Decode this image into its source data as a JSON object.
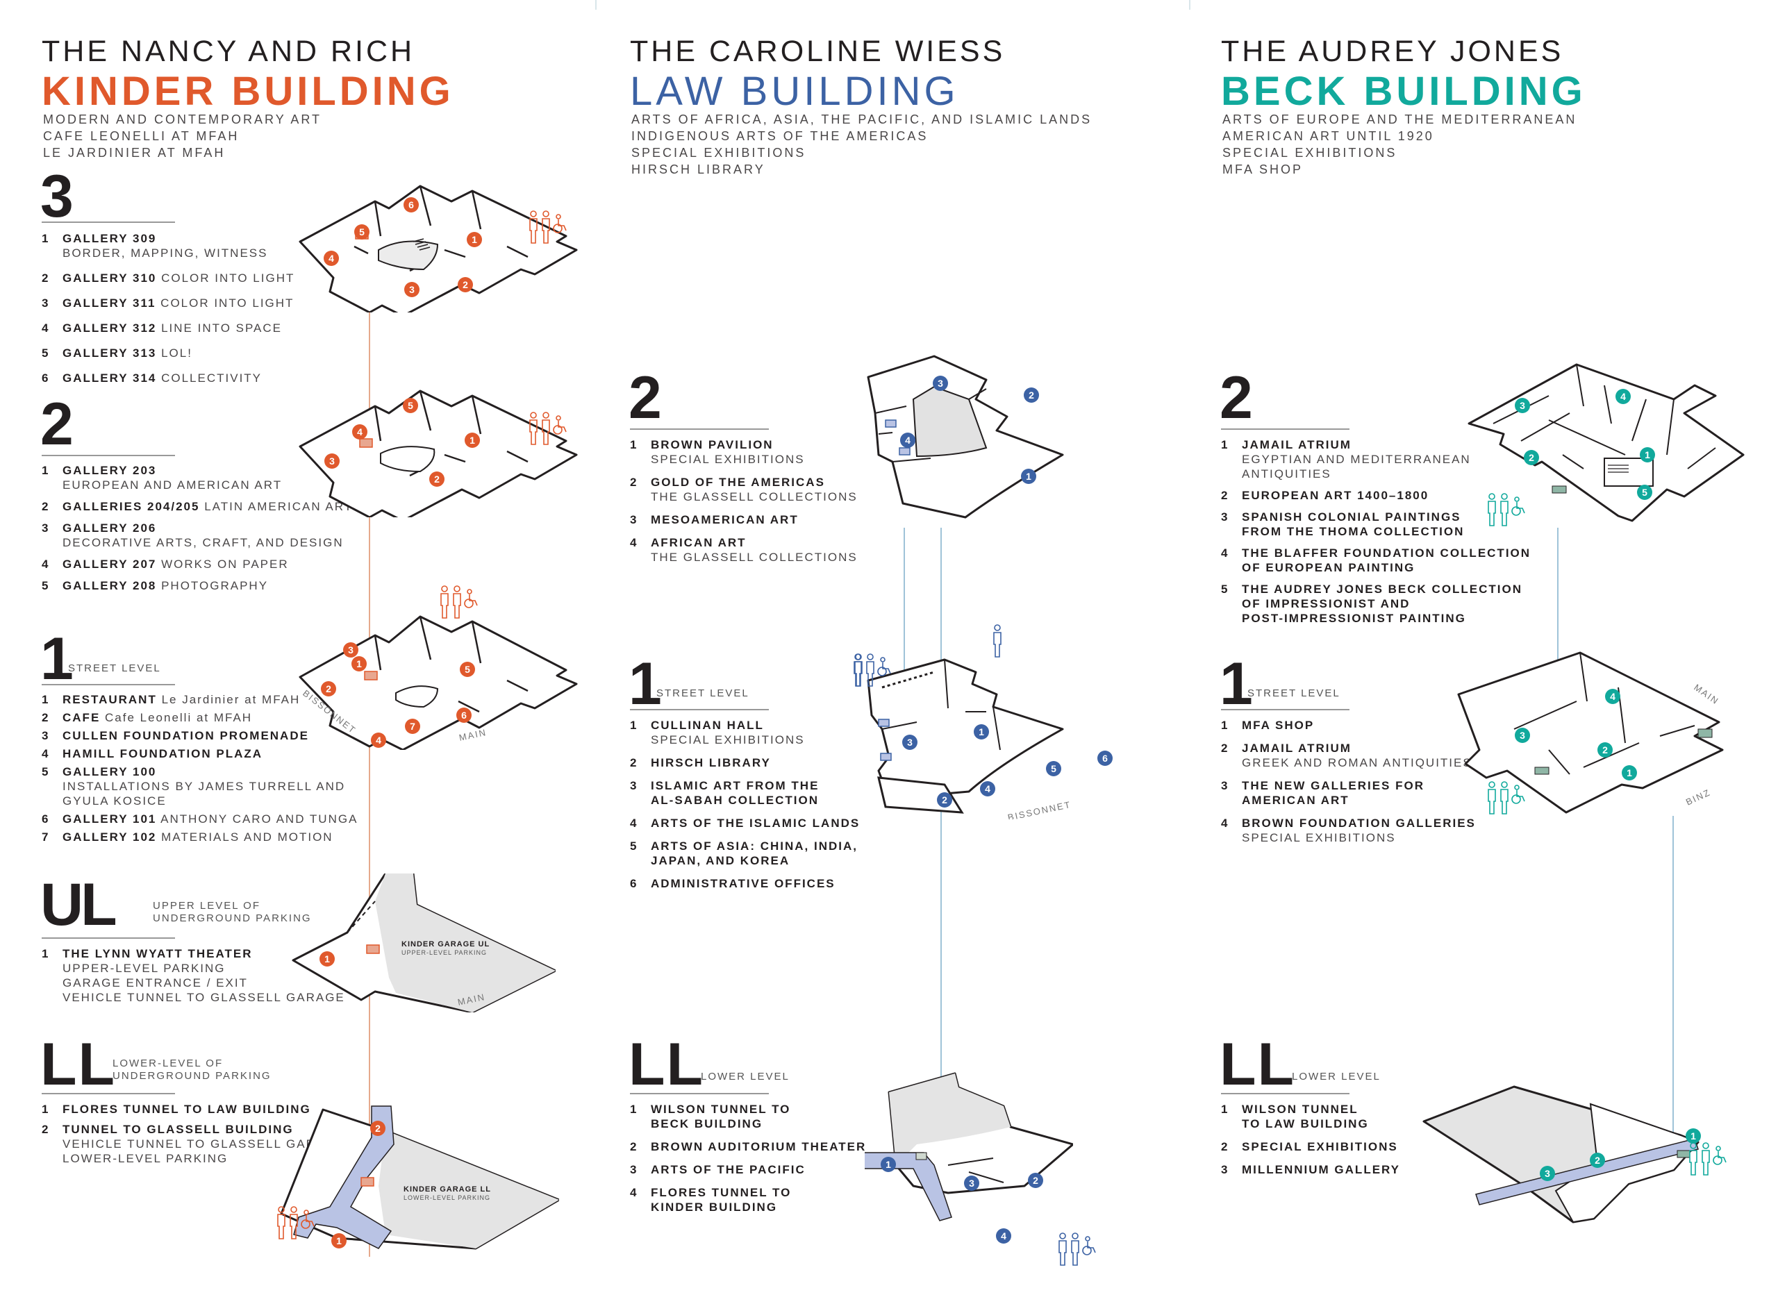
{
  "colors": {
    "kinder": "#e0592c",
    "law": "#3c62a4",
    "beck": "#11a99c",
    "ink": "#231f20",
    "lavender": "#b9c3e4"
  },
  "kinder": {
    "pre": "THE NANCY AND RICH",
    "main": "KINDER BUILDING",
    "sub": [
      "MODERN AND CONTEMPORARY ART",
      "CAFE LEONELLI AT MFAH",
      "LE JARDINIER AT MFAH"
    ],
    "levels": {
      "l3": {
        "num": "3",
        "items": [
          {
            "n": "1",
            "t": "GALLERY 309",
            "d": "",
            "dl": [
              "BORDER, MAPPING, WITNESS"
            ]
          },
          {
            "n": "2",
            "t": "GALLERY 310",
            "d": " COLOR INTO LIGHT",
            "dl": []
          },
          {
            "n": "3",
            "t": "GALLERY 311",
            "d": " COLOR INTO LIGHT",
            "dl": []
          },
          {
            "n": "4",
            "t": "GALLERY 312",
            "d": " LINE INTO SPACE",
            "dl": []
          },
          {
            "n": "5",
            "t": "GALLERY 313",
            "d": " LOL!",
            "dl": []
          },
          {
            "n": "6",
            "t": "GALLERY 314",
            "d": " COLLECTIVITY",
            "dl": []
          }
        ]
      },
      "l2": {
        "num": "2",
        "items": [
          {
            "n": "1",
            "t": "GALLERY 203",
            "d": "",
            "dl": [
              "EUROPEAN AND AMERICAN ART"
            ]
          },
          {
            "n": "2",
            "t": "GALLERIES 204/205",
            "d": " LATIN AMERICAN ART",
            "dl": []
          },
          {
            "n": "3",
            "t": "GALLERY 206",
            "d": "",
            "dl": [
              "DECORATIVE ARTS, CRAFT, AND DESIGN"
            ]
          },
          {
            "n": "4",
            "t": "GALLERY 207",
            "d": " WORKS ON PAPER",
            "dl": []
          },
          {
            "n": "5",
            "t": "GALLERY 208",
            "d": " PHOTOGRAPHY",
            "dl": []
          }
        ]
      },
      "l1": {
        "num": "1",
        "note": "STREET LEVEL",
        "items": [
          {
            "n": "1",
            "t": "RESTAURANT",
            "d": " Le Jardinier at MFAH",
            "dl": []
          },
          {
            "n": "2",
            "t": "CAFE",
            "d": " Cafe Leonelli at MFAH",
            "dl": []
          },
          {
            "n": "3",
            "t": "CULLEN FOUNDATION PROMENADE",
            "d": "",
            "dl": []
          },
          {
            "n": "4",
            "t": "HAMILL FOUNDATION PLAZA",
            "d": "",
            "dl": []
          },
          {
            "n": "5",
            "t": "GALLERY 100",
            "d": "",
            "dl": [
              "INSTALLATIONS BY JAMES TURRELL AND",
              "GYULA KOSICE"
            ]
          },
          {
            "n": "6",
            "t": "GALLERY 101",
            "d": " ANTHONY CARO AND TUNGA",
            "dl": []
          },
          {
            "n": "7",
            "t": "GALLERY 102",
            "d": " MATERIALS AND MOTION",
            "dl": []
          }
        ],
        "street1": "BISSONNET",
        "street2": "MAIN"
      },
      "ul": {
        "num": "UL",
        "note": [
          "UPPER LEVEL OF",
          "UNDERGROUND PARKING"
        ],
        "items": [
          {
            "n": "1",
            "t": "THE LYNN WYATT THEATER",
            "d": "",
            "dl": [
              "UPPER-LEVEL PARKING",
              "GARAGE ENTRANCE / EXIT",
              "VEHICLE TUNNEL TO GLASSELL GARAGE"
            ]
          }
        ],
        "garage": "KINDER GARAGE UL",
        "garage_sub": "UPPER-LEVEL PARKING",
        "street": "MAIN"
      },
      "ll": {
        "num": "LL",
        "note": [
          "LOWER-LEVEL OF",
          "UNDERGROUND PARKING"
        ],
        "items": [
          {
            "n": "1",
            "t": "FLORES TUNNEL TO LAW BUILDING",
            "d": "",
            "dl": []
          },
          {
            "n": "2",
            "t": "TUNNEL TO GLASSELL BUILDING",
            "d": "",
            "dl": [
              "VEHICLE TUNNEL TO GLASSELL GARAGE",
              "LOWER-LEVEL PARKING"
            ]
          }
        ],
        "garage": "KINDER GARAGE LL",
        "garage_sub": "LOWER-LEVEL PARKING"
      }
    }
  },
  "law": {
    "pre": "THE CAROLINE WIESS",
    "main": "LAW BUILDING",
    "sub": [
      "ARTS OF AFRICA, ASIA, THE PACIFIC, AND ISLAMIC LANDS",
      "INDIGENOUS ARTS OF THE AMERICAS",
      "SPECIAL EXHIBITIONS",
      "HIRSCH LIBRARY"
    ],
    "levels": {
      "l2": {
        "num": "2",
        "items": [
          {
            "n": "1",
            "t": "BROWN PAVILION",
            "d": "",
            "dl": [
              "SPECIAL EXHIBITIONS"
            ]
          },
          {
            "n": "2",
            "t": "GOLD OF THE AMERICAS",
            "d": "",
            "dl": [
              "THE GLASSELL COLLECTIONS"
            ]
          },
          {
            "n": "3",
            "t": "MESOAMERICAN ART",
            "d": "",
            "dl": []
          },
          {
            "n": "4",
            "t": "AFRICAN ART",
            "d": "",
            "dl": [
              "THE GLASSELL COLLECTIONS"
            ]
          }
        ]
      },
      "l1": {
        "num": "1",
        "note": "STREET LEVEL",
        "items": [
          {
            "n": "1",
            "t": "CULLINAN HALL",
            "d": "",
            "dl": [
              "SPECIAL EXHIBITIONS"
            ]
          },
          {
            "n": "2",
            "t": "HIRSCH LIBRARY",
            "d": "",
            "dl": []
          },
          {
            "n": "3",
            "t": "ISLAMIC ART FROM THE",
            "d": "",
            "dl": [],
            "t2": "AL-SABAH COLLECTION"
          },
          {
            "n": "4",
            "t": "ARTS OF THE ISLAMIC LANDS",
            "d": "",
            "dl": []
          },
          {
            "n": "5",
            "t": "ARTS OF ASIA: CHINA, INDIA,",
            "d": "",
            "dl": [],
            "t2": "JAPAN, AND KOREA"
          },
          {
            "n": "6",
            "t": "ADMINISTRATIVE OFFICES",
            "d": "",
            "dl": []
          }
        ],
        "street": "BISSONNET"
      },
      "ll": {
        "num": "LL",
        "note": "LOWER LEVEL",
        "items": [
          {
            "n": "1",
            "t": "WILSON TUNNEL TO",
            "d": "",
            "dl": [],
            "t2": "BECK BUILDING"
          },
          {
            "n": "2",
            "t": "BROWN AUDITORIUM THEATER",
            "d": "",
            "dl": []
          },
          {
            "n": "3",
            "t": "ARTS OF THE PACIFIC",
            "d": "",
            "dl": []
          },
          {
            "n": "4",
            "t": "FLORES TUNNEL TO",
            "d": "",
            "dl": [],
            "t2": "KINDER BUILDING"
          }
        ]
      }
    }
  },
  "beck": {
    "pre": "THE AUDREY JONES",
    "main": "BECK BUILDING",
    "sub": [
      "ARTS OF EUROPE AND THE MEDITERRANEAN",
      "AMERICAN ART UNTIL 1920",
      "SPECIAL EXHIBITIONS",
      "MFA SHOP"
    ],
    "levels": {
      "l2": {
        "num": "2",
        "items": [
          {
            "n": "1",
            "t": "JAMAIL ATRIUM",
            "d": "",
            "dl": [
              "EGYPTIAN AND MEDITERRANEAN",
              "ANTIQUITIES"
            ]
          },
          {
            "n": "2",
            "t": "EUROPEAN ART 1400–1800",
            "d": "",
            "dl": []
          },
          {
            "n": "3",
            "t": "SPANISH COLONIAL PAINTINGS",
            "d": "",
            "dl": [],
            "t2": "FROM THE THOMA COLLECTION"
          },
          {
            "n": "4",
            "t": "THE BLAFFER FOUNDATION COLLECTION",
            "d": "",
            "dl": [],
            "t2": "OF EUROPEAN PAINTING"
          },
          {
            "n": "5",
            "t": "THE AUDREY JONES BECK COLLECTION",
            "d": "",
            "dl": [],
            "t2": "OF IMPRESSIONIST AND",
            "t3": "POST-IMPRESSIONIST PAINTING"
          }
        ]
      },
      "l1": {
        "num": "1",
        "note": "STREET LEVEL",
        "items": [
          {
            "n": "1",
            "t": "MFA SHOP",
            "d": "",
            "dl": []
          },
          {
            "n": "2",
            "t": "JAMAIL ATRIUM",
            "d": "",
            "dl": [
              "GREEK AND ROMAN ANTIQUITIES"
            ]
          },
          {
            "n": "3",
            "t": "THE NEW GALLERIES FOR",
            "d": "",
            "dl": [],
            "t2": "AMERICAN ART"
          },
          {
            "n": "4",
            "t": "BROWN FOUNDATION GALLERIES",
            "d": "",
            "dl": [
              "SPECIAL EXHIBITIONS"
            ]
          }
        ],
        "street1": "MAIN",
        "street2": "BINZ"
      },
      "ll": {
        "num": "LL",
        "note": "LOWER LEVEL",
        "items": [
          {
            "n": "1",
            "t": "WILSON TUNNEL",
            "d": "",
            "dl": [],
            "t2": "TO LAW BUILDING"
          },
          {
            "n": "2",
            "t": "SPECIAL EXHIBITIONS",
            "d": "",
            "dl": []
          },
          {
            "n": "3",
            "t": "MILLENNIUM GALLERY",
            "d": "",
            "dl": []
          }
        ]
      }
    }
  }
}
